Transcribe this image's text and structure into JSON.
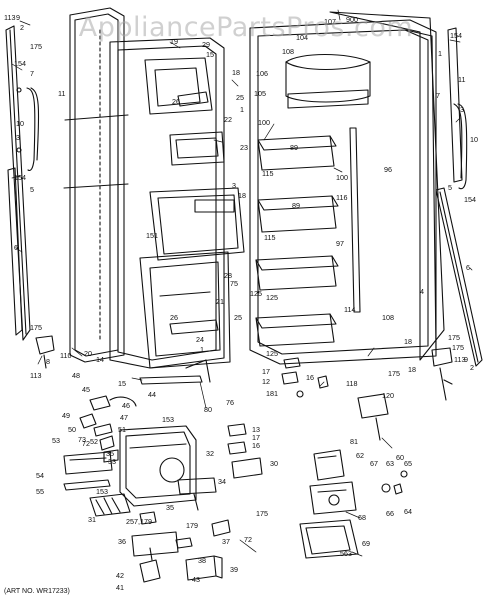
{
  "watermark": "AppliancePartsPros.com",
  "art_no": "(ART NO. WR17233)",
  "part_labels": {
    "p113a": "113",
    "p9a": "9",
    "p2a": "2",
    "p175a": "175",
    "p154a": "154",
    "p7a": "7",
    "p11a": "11",
    "p10a": "10",
    "p3a": "3",
    "p5a": "5",
    "p154b": "154",
    "p6a": "6",
    "p175b": "175",
    "p8a": "8",
    "p113b": "113",
    "p110": "110",
    "p20": "20",
    "p14": "14",
    "p19a": "19",
    "p29": "29",
    "p18a": "18",
    "p15a": "15",
    "p26a": "26",
    "p25a": "25",
    "p1a": "1",
    "p22": "22",
    "p23": "23",
    "p3b": "3",
    "p18b": "18",
    "p151": "151",
    "p28": "28",
    "p75": "75",
    "p125a": "125",
    "p21": "21",
    "p26b": "26",
    "p25b": "25",
    "p24": "24",
    "p1b": "1",
    "p15b": "15",
    "p44": "44",
    "p80": "80",
    "p76": "76",
    "p48": "48",
    "p45": "45",
    "p49": "49",
    "p50": "50",
    "p73": "73",
    "p46": "46",
    "p47": "47",
    "p153a": "153",
    "p51": "51",
    "p72a": "72",
    "p52": "52",
    "p53": "53",
    "p35a": "35",
    "p33": "33",
    "p32": "32",
    "p54": "54",
    "p34": "34",
    "p55": "55",
    "p153b": "153",
    "p35b": "35",
    "p31": "31",
    "p13a": "13",
    "p17a": "17",
    "p16a": "16",
    "p30": "30",
    "p175c": "175",
    "p257": "257,179",
    "p36": "36",
    "p179": "179",
    "p37": "37",
    "p72b": "72",
    "p42": "42",
    "p41": "41",
    "p39": "39",
    "p43": "43",
    "p38": "38",
    "p900": "900",
    "p107": "107",
    "p108a": "108",
    "p104": "104",
    "p106": "106",
    "p105": "105",
    "p100a": "100",
    "p89a": "89",
    "p115a": "115",
    "p100b": "100",
    "p116": "116",
    "p96": "96",
    "p89b": "89",
    "p115b": "115",
    "p97": "97",
    "p125b": "125",
    "p114": "114",
    "p108b": "108",
    "p18c": "18",
    "p175d": "175",
    "p125c": "125",
    "p17b": "17",
    "p12": "12",
    "p16b": "16",
    "p118": "118",
    "p181": "181",
    "p81": "81",
    "p60": "60",
    "p62": "62",
    "p67": "67",
    "p63": "63",
    "p65": "65",
    "p66": "66",
    "p64": "64",
    "p68": "68",
    "p69": "69",
    "p563": "563",
    "p154c": "154",
    "p1c": "1",
    "p7b": "7",
    "p10b": "10",
    "p5b": "5",
    "p154d": "154",
    "p6b": "6",
    "p175e": "175",
    "p113c": "113",
    "p9b": "9",
    "p2b": "2",
    "p4": "4",
    "p3c": "3",
    "p11b": "11",
    "p175f": "175",
    "p18d": "18",
    "p120": "120"
  }
}
